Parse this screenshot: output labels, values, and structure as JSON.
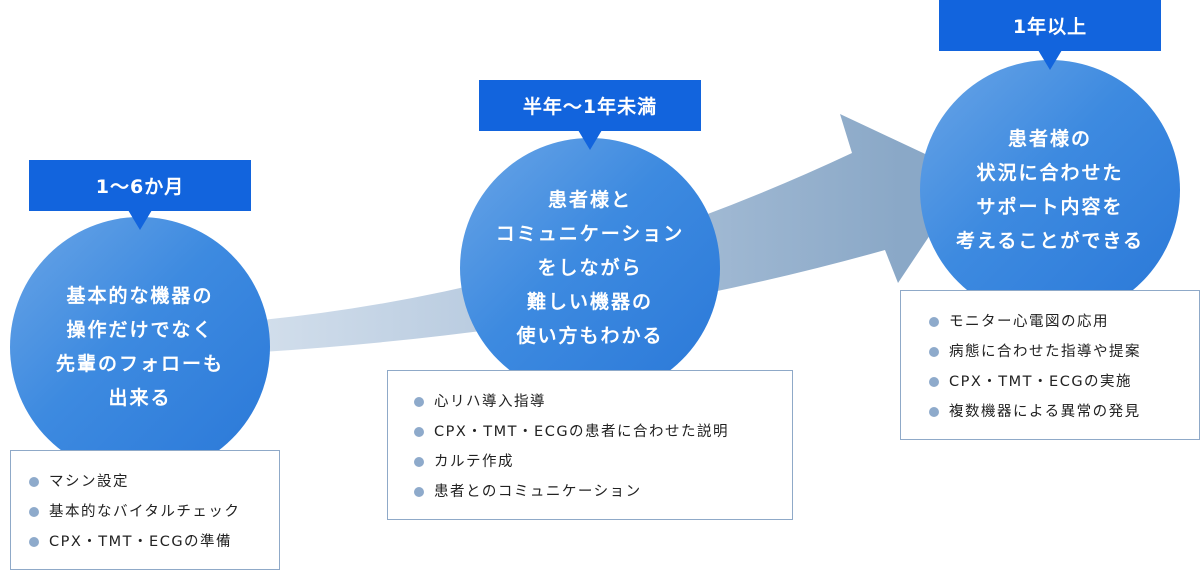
{
  "colors": {
    "label_bg": "#1264dd",
    "circle_gradient_start": "#6aa5e6",
    "circle_gradient_end": "#2a78d8",
    "arrow_light": "#c8d6e6",
    "arrow_dark": "#8daac8",
    "box_border": "#8fa9c8",
    "bullet": "#8eaacb",
    "list_text": "#222222"
  },
  "stages": [
    {
      "label": "1〜6か月",
      "circle_lines": [
        "基本的な機器の",
        "操作だけでなく",
        "先輩のフォローも",
        "出来る"
      ],
      "items": [
        "マシン設定",
        "基本的なバイタルチェック",
        "CPX・TMT・ECGの準備"
      ]
    },
    {
      "label": "半年〜1年未満",
      "circle_lines": [
        "患者様と",
        "コミュニケーション",
        "をしながら",
        "難しい機器の",
        "使い方もわかる"
      ],
      "items": [
        "心リハ導入指導",
        "CPX・TMT・ECGの患者に合わせた説明",
        "カルテ作成",
        "患者とのコミュニケーション"
      ]
    },
    {
      "label": "1年以上",
      "circle_lines": [
        "患者様の",
        "状況に合わせた",
        "サポート内容を",
        "考えることができる"
      ],
      "items": [
        "モニター心電図の応用",
        "病態に合わせた指導や提案",
        "CPX・TMT・ECGの実施",
        "複数機器による異常の発見"
      ]
    }
  ]
}
